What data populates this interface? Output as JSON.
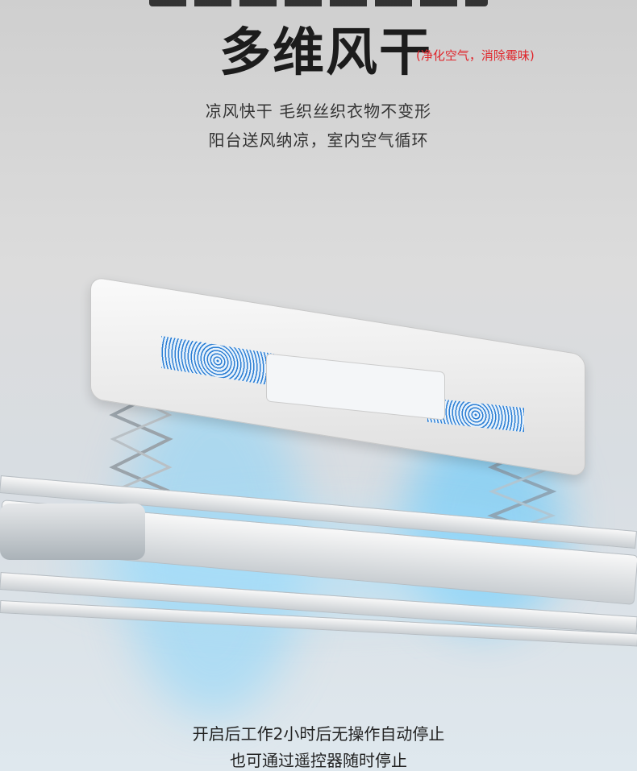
{
  "headline": {
    "title": "多维风干",
    "note": "(净化空气，消除霉味)"
  },
  "subtitle": {
    "line1": "凉风快干 毛织丝织衣物不变形",
    "line2": "阳台送风纳凉，室内空气循环"
  },
  "footer": {
    "line1": "开启后工作2小时后无操作自动停止",
    "line2": "也可通过遥控器随时停止"
  },
  "colors": {
    "accent": "#e0252b",
    "glow": "#5fc8ff"
  }
}
